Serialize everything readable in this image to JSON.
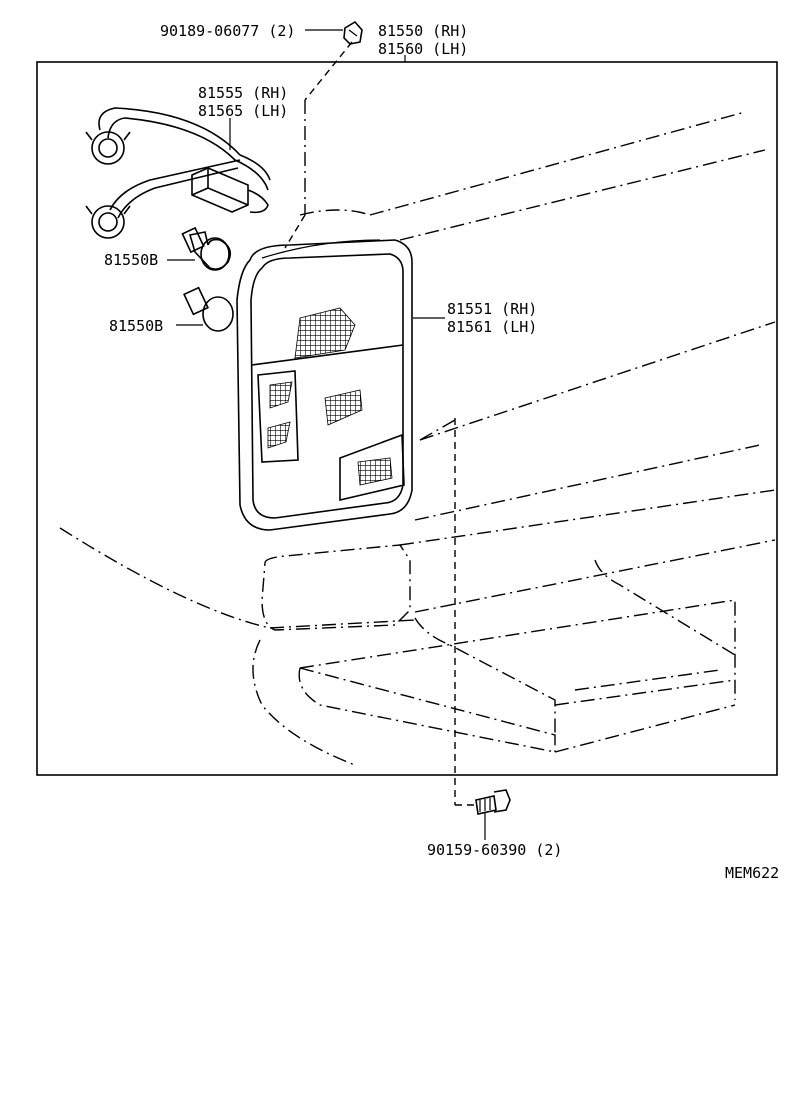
{
  "labels": {
    "clip_part": "90189-06077 (2)",
    "lamp_assy_rh": "81550 (RH)",
    "lamp_assy_lh": "81560 (LH)",
    "socket_wire_rh": "81555 (RH)",
    "socket_wire_lh": "81565 (LH)",
    "bulb_upper": "81550B",
    "bulb_lower": "81550B",
    "lens_rh": "81551 (RH)",
    "lens_lh": "81561 (LH)",
    "screw_part": "90159-60390 (2)",
    "diagram_code": "MEM622"
  }
}
